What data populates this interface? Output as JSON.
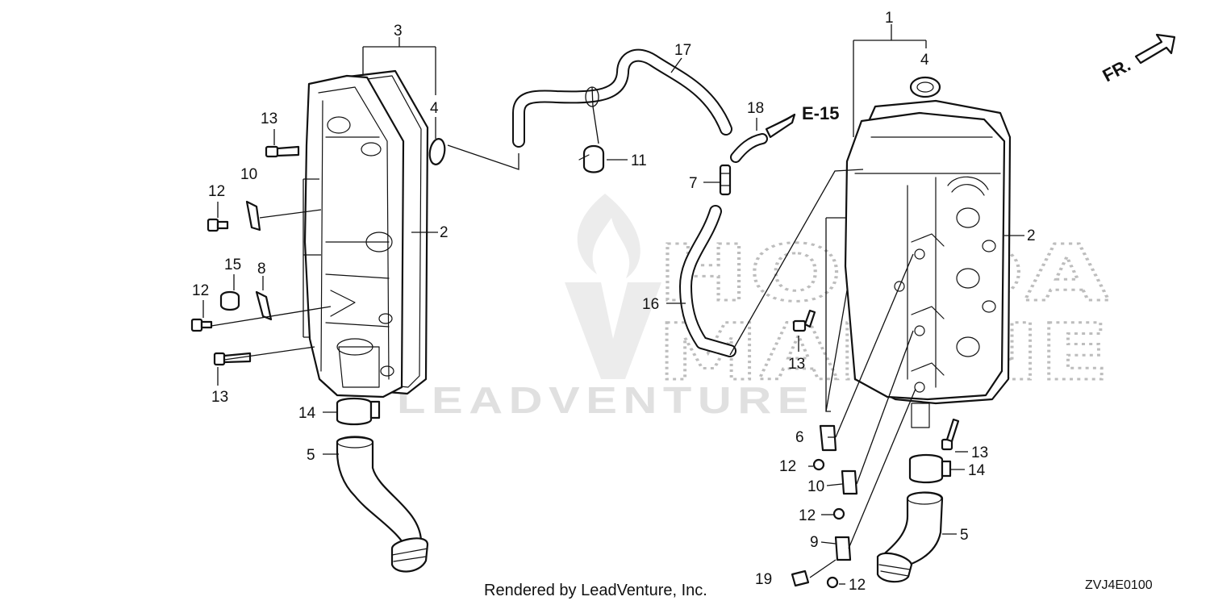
{
  "callouts": [
    "1",
    "2",
    "3",
    "4",
    "5",
    "6",
    "7",
    "8",
    "9",
    "10",
    "11",
    "12",
    "13",
    "14",
    "15",
    "16",
    "17",
    "18",
    "19"
  ],
  "ref_label": "E-15",
  "direction_label": "FR.",
  "watermark": {
    "brand": "LEADVENTURE",
    "line1": "HONDA",
    "line2": "MARINE"
  },
  "footer_text": "Rendered by LeadVenture, Inc.",
  "diagram_code": "ZVJ4E0100"
}
